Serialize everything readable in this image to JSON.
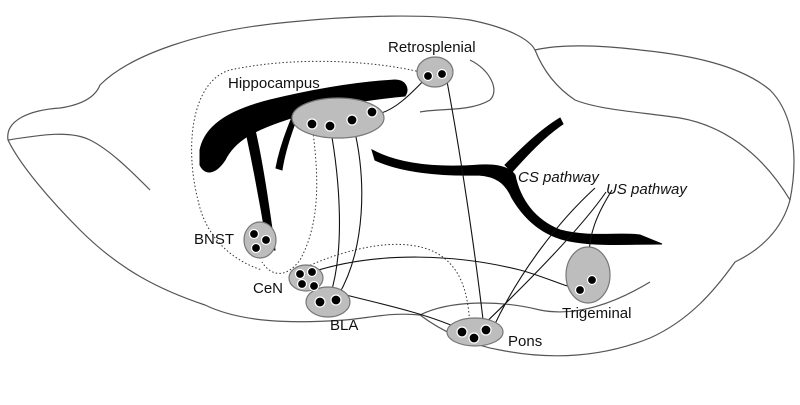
{
  "labels": {
    "retrosplenial": "Retrosplenial",
    "hippocampus": "Hippocampus",
    "cs_pathway": "CS pathway",
    "us_pathway": "US pathway",
    "bnst": "BNST",
    "cen": "CeN",
    "bla": "BLA",
    "pons": "Pons",
    "trigeminal": "Trigeminal"
  },
  "colors": {
    "nucleus_fill": "#bdbdbd",
    "tract": "#000000",
    "outline": "#555555"
  }
}
